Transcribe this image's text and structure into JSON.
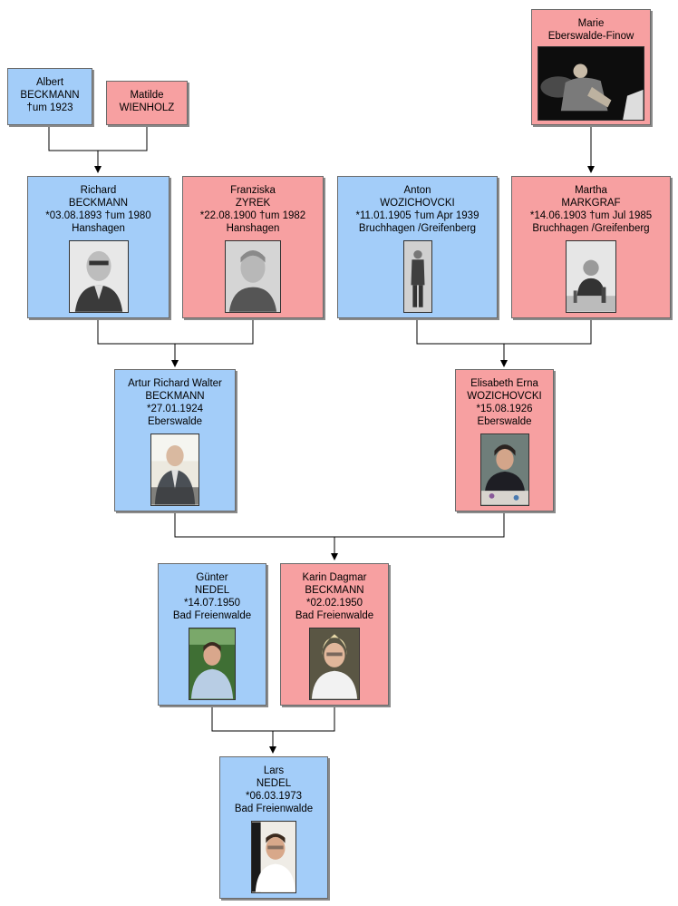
{
  "colors": {
    "male": "#a3cdf9",
    "female": "#f7a0a1",
    "connector": "#000000"
  },
  "people": {
    "marie": {
      "lines": [
        "Marie",
        "Eberswalde-Finow"
      ],
      "photo": "portrait-photo"
    },
    "albert": {
      "lines": [
        "Albert",
        "BECKMANN",
        "†um 1923"
      ]
    },
    "matilde": {
      "lines": [
        "Matilde",
        "WIENHOLZ"
      ]
    },
    "richard": {
      "lines": [
        "Richard",
        "BECKMANN",
        "*03.08.1893  †um 1980",
        "Hanshagen"
      ],
      "photo": "portrait-photo"
    },
    "franziska": {
      "lines": [
        "Franziska",
        "ZYREK",
        "*22.08.1900  †um 1982",
        "Hanshagen"
      ],
      "photo": "portrait-photo"
    },
    "anton": {
      "lines": [
        "Anton",
        "WOZICHOVCKI",
        "*11.01.1905  †um Apr 1939",
        "Bruchhagen /Greifenberg"
      ],
      "photo": "portrait-photo"
    },
    "martha": {
      "lines": [
        "Martha",
        "MARKGRAF",
        "*14.06.1903  †um Jul 1985",
        "Bruchhagen /Greifenberg"
      ],
      "photo": "portrait-photo"
    },
    "artur": {
      "lines": [
        "Artur Richard Walter",
        "BECKMANN",
        "*27.01.1924",
        "Eberswalde"
      ],
      "photo": "portrait-photo"
    },
    "elisabeth": {
      "lines": [
        "Elisabeth Erna",
        "WOZICHOVCKI",
        "*15.08.1926",
        "Eberswalde"
      ],
      "photo": "portrait-photo"
    },
    "guenter": {
      "lines": [
        "Günter",
        "NEDEL",
        "*14.07.1950",
        "Bad Freienwalde"
      ],
      "photo": "portrait-photo"
    },
    "karin": {
      "lines": [
        "Karin Dagmar",
        "BECKMANN",
        "*02.02.1950",
        "Bad Freienwalde"
      ],
      "photo": "portrait-photo"
    },
    "lars": {
      "lines": [
        "Lars",
        "NEDEL",
        "*06.03.1973",
        "Bad Freienwalde"
      ],
      "photo": "portrait-photo"
    }
  }
}
